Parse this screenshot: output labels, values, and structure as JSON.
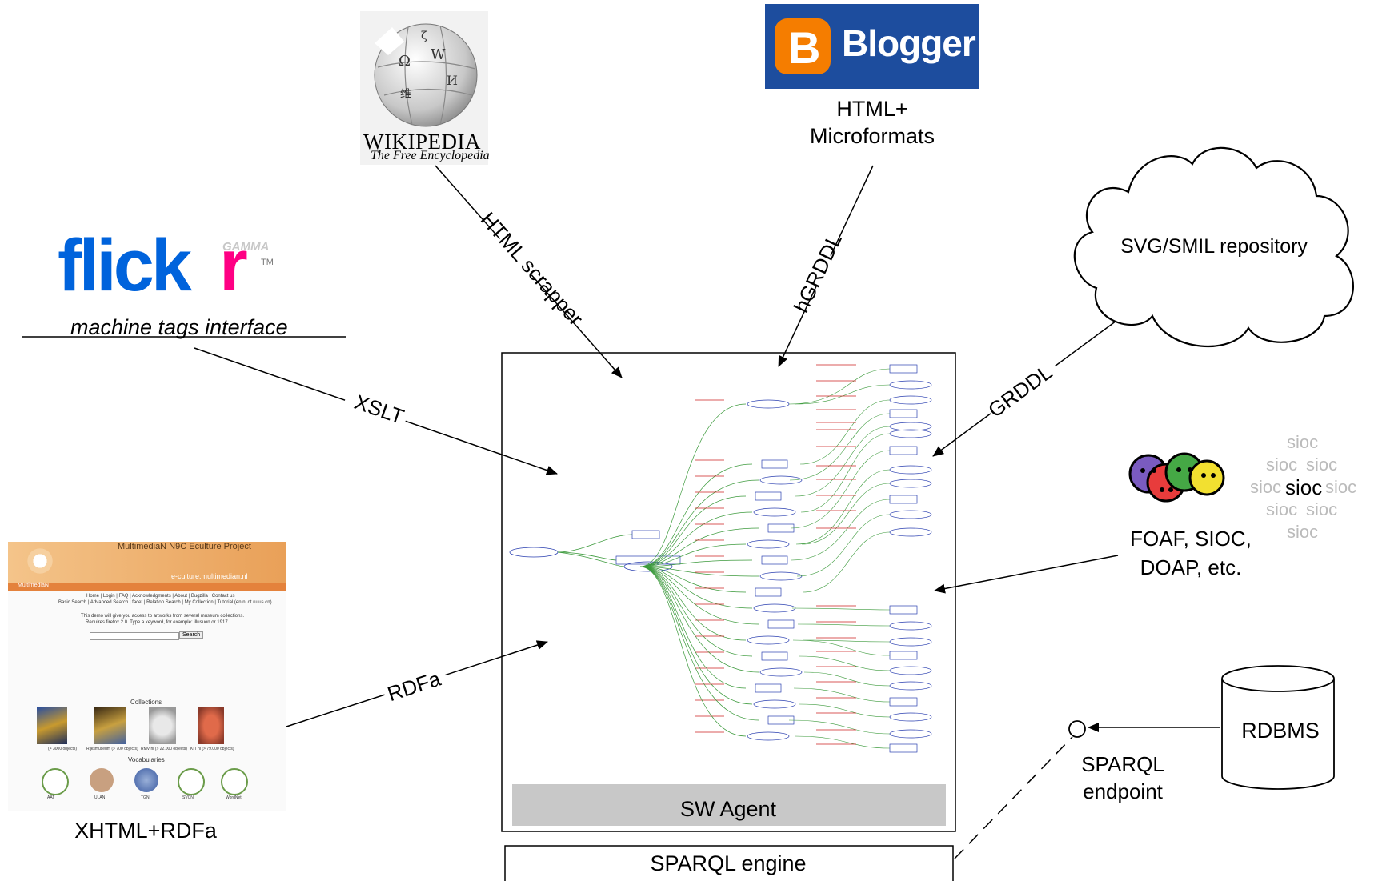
{
  "sources": {
    "wikipedia": {
      "wordmark": "WIKIPEDIA",
      "tagline": "The Free Encyclopedia",
      "glyphs": [
        "Ω",
        "W",
        "И",
        "维",
        "ζ"
      ]
    },
    "blogger": {
      "logo_letter": "B",
      "wordmark": "Blogger",
      "caption_line1": "HTML+",
      "caption_line2": "Microformats",
      "brand_color": "#f57d00",
      "bg_color": "#1d4d9e"
    },
    "flickr": {
      "wordmark_part1": "flick",
      "wordmark_part2": "r",
      "tm": "TM",
      "gamma": "GAMMA",
      "caption": "machine tags interface",
      "blue": "#0063dc",
      "pink": "#ff0084"
    },
    "svg_repo": {
      "label": "SVG/SMIL repository"
    },
    "foaf": {
      "label_line1": "FOAF, SIOC,",
      "label_line2": "DOAP, etc.",
      "sioc_text": "sioc"
    },
    "xhtml": {
      "caption": "XHTML+RDFa",
      "banner_title": "MultimediaN N9C Eculture Project",
      "banner_url": "e-culture.multimedian.nl",
      "banner_brand": "MultimediaN",
      "nav_line1": "Home | Login | FAQ | Acknowledgments | About | Bugzilla | Contact us",
      "nav_line2": "Basic Search | Advanced Search | facet | Relation Search | My Collection | Tutorial (en nl dt ru us cn)",
      "intro_line1": "This demo will give you access to artworks from several museum collections.",
      "intro_line2": "Requires firefox 2.0. Type a keyword, for example: illusuon or 1917",
      "search_button": "Search",
      "collections_heading": "Collections",
      "collections": [
        "(> 3000 objects)",
        "Rijksmuseum (> 700 objects)",
        "RMV nl (> 22.000 objects)",
        "KIT nl (> 79.000 objects)"
      ],
      "vocabularies_heading": "Vocabularies",
      "vocabularies": [
        "AAT",
        "ULAN",
        "TGN",
        "SVCN",
        "WordNet"
      ]
    },
    "rdbms": {
      "label": "RDBMS"
    },
    "sparql_endpoint": {
      "label_line1": "SPARQL",
      "label_line2": "endpoint"
    }
  },
  "agent": {
    "label": "SW Agent",
    "engine_label": "SPARQL engine"
  },
  "edges": {
    "html_scrapper": "HTML scrapper",
    "hgrddl": "hGRDDL",
    "xslt": "XSLT",
    "grddl": "GRDDL",
    "rdfa": "RDFa"
  },
  "colors": {
    "graph_edge": "#3c9a3c",
    "graph_label": "#cc2222",
    "graph_node": "#2a3fb0",
    "agent_footer": "#c8c8c8"
  }
}
